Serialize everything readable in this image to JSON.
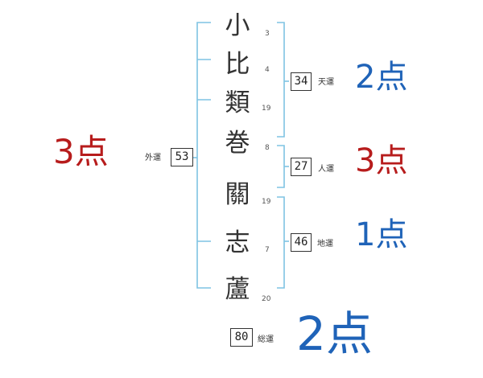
{
  "characters": [
    {
      "char": "小",
      "strokes": "3"
    },
    {
      "char": "比",
      "strokes": "4"
    },
    {
      "char": "類",
      "strokes": "19"
    },
    {
      "char": "巻",
      "strokes": "8"
    },
    {
      "char": "關",
      "strokes": "19"
    },
    {
      "char": "志",
      "strokes": "7"
    },
    {
      "char": "蘆",
      "strokes": "20"
    }
  ],
  "kaku": {
    "tenkaku": {
      "label": "天運",
      "value": "34",
      "score": "2点",
      "color": "#1f63b8"
    },
    "jinkaku": {
      "label": "人運",
      "value": "27",
      "score": "3点",
      "color": "#b71c1c"
    },
    "chikaku": {
      "label": "地運",
      "value": "46",
      "score": "1点",
      "color": "#1f63b8"
    },
    "gaikaku": {
      "label": "外運",
      "value": "53",
      "score": "3点",
      "color": "#b71c1c"
    },
    "soukaku": {
      "label": "総運",
      "value": "80",
      "score": "2点",
      "color": "#1f63b8"
    }
  },
  "bracket_color": "#7fc3e3"
}
